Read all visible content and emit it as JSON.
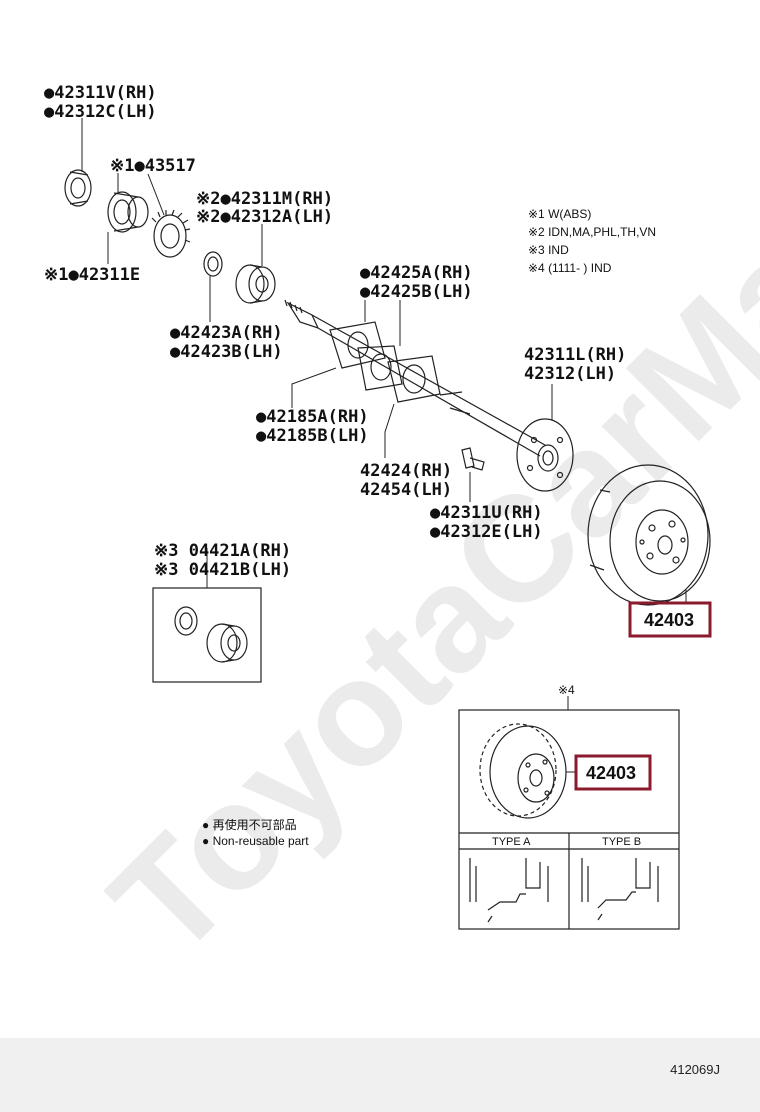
{
  "watermark": "ToyotaCarMax",
  "parts": [
    {
      "id": "p1",
      "lines": [
        "●42311V(RH)",
        "●42312C(LH)"
      ]
    },
    {
      "id": "p2",
      "lines": [
        "※1●43517"
      ]
    },
    {
      "id": "p3",
      "lines": [
        "※2●42311M(RH)",
        "※2●42312A(LH)"
      ]
    },
    {
      "id": "p4",
      "lines": [
        "※1●42311E"
      ]
    },
    {
      "id": "p5",
      "lines": [
        "●42425A(RH)",
        "●42425B(LH)"
      ]
    },
    {
      "id": "p6",
      "lines": [
        "●42423A(RH)",
        "●42423B(LH)"
      ]
    },
    {
      "id": "p7",
      "lines": [
        "42311L(RH)",
        "42312(LH)"
      ]
    },
    {
      "id": "p8",
      "lines": [
        "●42185A(RH)",
        "●42185B(LH)"
      ]
    },
    {
      "id": "p9",
      "lines": [
        "42424(RH)",
        "42454(LH)"
      ]
    },
    {
      "id": "p10",
      "lines": [
        "●42311U(RH)",
        "●42312E(LH)"
      ]
    },
    {
      "id": "p11",
      "lines": [
        "※3 04421A(RH)",
        "※3 04421B(LH)"
      ]
    }
  ],
  "notes": [
    "※1 W(ABS)",
    "※2 IDN,MA,PHL,TH,VN",
    "※3 IND",
    "※4 (1111-        ) IND"
  ],
  "highlight_main": "42403",
  "inset": {
    "marker": "※4",
    "highlight": "42403",
    "type_a": "TYPE A",
    "type_b": "TYPE B"
  },
  "legend": [
    "● 再使用不可部品",
    "● Non-reusable part"
  ],
  "footer_code": "412069J",
  "colors": {
    "highlight_border": "#8b1a2e",
    "footer_bg": "#f0f0f0"
  }
}
